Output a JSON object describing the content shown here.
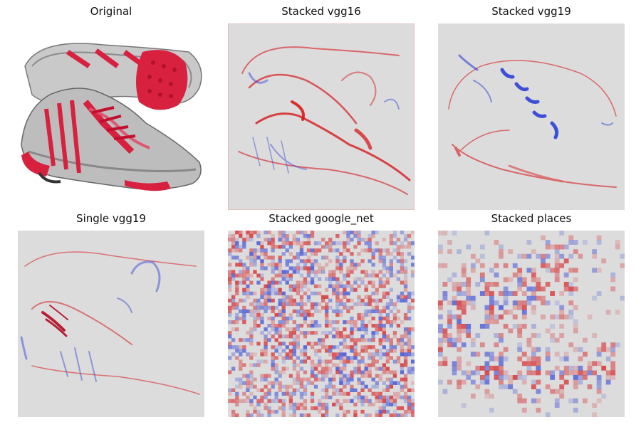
{
  "panels": [
    {
      "title": "Original"
    },
    {
      "title": "Stacked vgg16"
    },
    {
      "title": "Stacked vgg19"
    },
    {
      "title": "Single vgg19"
    },
    {
      "title": "Stacked google_net"
    },
    {
      "title": "Stacked places"
    }
  ],
  "colors": {
    "positive": "#d7191c",
    "negative": "#2c3fd6",
    "neutral_bg": "#dcdcdc",
    "shoe_silver": "#b8b8b8",
    "shoe_red": "#d8203f"
  },
  "colormap": "bwr"
}
